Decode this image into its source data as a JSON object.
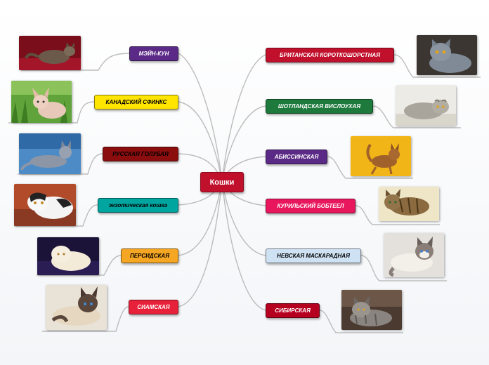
{
  "central": {
    "label": "Кошки",
    "color": "#c0102c"
  },
  "branches": [
    {
      "id": "maine",
      "label": "МЭЙН-КУН",
      "color": "#5b2a86",
      "text": "#ffffff",
      "image": "maine-coon-cat-photo"
    },
    {
      "id": "sphynx",
      "label": "КАНАДСКИЙ СФИНКС",
      "color": "#ffe500",
      "text": "#000000",
      "image": "sphynx-cat-photo"
    },
    {
      "id": "russian",
      "label": "РУССКАЯ ГОЛУБАЯ",
      "color": "#8b0d0d",
      "text": "#000000",
      "image": "russian-blue-cat-photo"
    },
    {
      "id": "exotic",
      "label": "экзотическая кошка",
      "color": "#00a5a0",
      "text": "#000000",
      "image": "exotic-cat-photo"
    },
    {
      "id": "persian",
      "label": "ПЕРСИДСКАЯ",
      "color": "#f5a623",
      "text": "#000000",
      "image": "persian-cat-photo"
    },
    {
      "id": "siamese",
      "label": "СИАМСКАЯ",
      "color": "#e8213a",
      "text": "#ffffff",
      "image": "siamese-cat-photo"
    },
    {
      "id": "british",
      "label": "БРИТАНСКАЯ КОРОТКОШОРСТНАЯ",
      "color": "#c0102c",
      "text": "#ffffff",
      "image": "british-shorthair-cat-photo"
    },
    {
      "id": "scottish",
      "label": "ШОТЛАНДСКАЯ ВИСЛОУХАЯ",
      "color": "#1e7a3c",
      "text": "#ffffff",
      "image": "scottish-fold-cat-photo"
    },
    {
      "id": "abyssinian",
      "label": "АБИССИНСКАЯ",
      "color": "#5b2a86",
      "text": "#ffffff",
      "image": "abyssinian-cat-photo"
    },
    {
      "id": "kurilian",
      "label": "КУРИЛЬСКИЙ БОБТЕЕЛ",
      "color": "#e8175d",
      "text": "#ffffff",
      "image": "kurilian-bobtail-cat-photo"
    },
    {
      "id": "neva",
      "label": "НЕВСКАЯ МАСКАРАДНАЯ",
      "color": "#cfe2f3",
      "text": "#000000",
      "image": "neva-masquerade-cat-photo"
    },
    {
      "id": "siberian",
      "label": "СИБИРСКАЯ",
      "color": "#b5001f",
      "text": "#ffffff",
      "image": "siberian-cat-photo"
    }
  ]
}
